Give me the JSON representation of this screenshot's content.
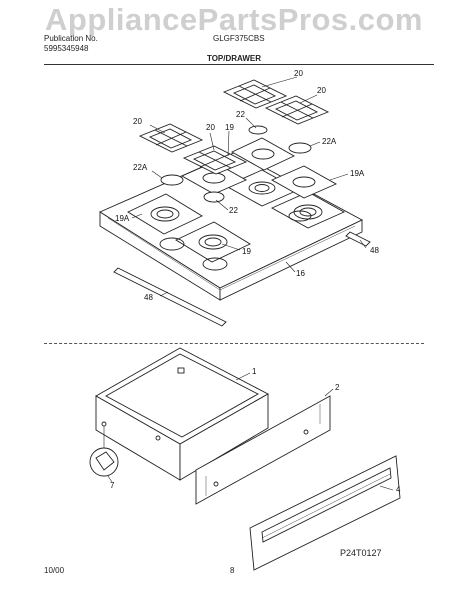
{
  "watermark": "AppliancePartsPros.com",
  "header": {
    "publication_label": "Publication No.",
    "publication_number": "5995345948",
    "model_number": "GLGF375CBS"
  },
  "section_title": "TOP/DRAWER",
  "callouts": {
    "c20a": "20",
    "c20b": "20",
    "c20c": "20",
    "c20d": "20",
    "c22a": "22",
    "c22b": "22",
    "c19a": "19",
    "c19b": "19",
    "c22A_a": "22A",
    "c22A_b": "22A",
    "c19A_a": "19A",
    "c19A_b": "19A",
    "c48a": "48",
    "c48b": "48",
    "c16": "16",
    "c1": "1",
    "c2": "2",
    "c4": "4",
    "c7": "7"
  },
  "footer": {
    "date": "10/00",
    "page": "8",
    "diagram_code": "P24T0127"
  }
}
